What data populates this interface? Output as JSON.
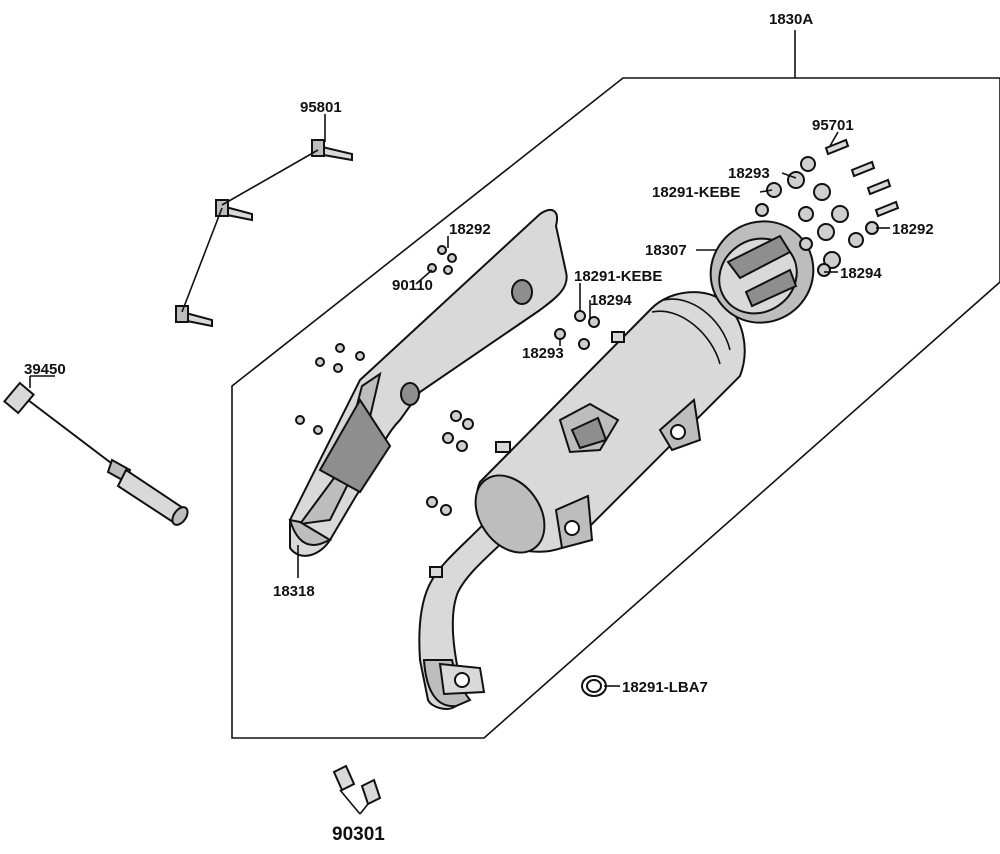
{
  "labels": {
    "assembly": "1830A",
    "bolt_top_left": "95801",
    "sensor": "39450",
    "bolt_screw": "90110",
    "washer_small_a": "18292",
    "heat_shield": "18318",
    "gasket_kebe_mid": "18291-KEBE",
    "washer_mid_a": "18294",
    "washer_mid_b": "18293",
    "bolt_end_cap": "95701",
    "washer_end_a": "18293",
    "gasket_kebe_end": "18291-KEBE",
    "end_cap": "18307",
    "washer_end_b": "18292",
    "washer_end_c": "18294",
    "exhaust_gasket": "18291-LBA7",
    "nut_bottom": "90301"
  },
  "colors": {
    "line": "#111111",
    "metal": "#bdbdbd",
    "metal_light": "#d9d9d9",
    "metal_dark": "#8e8e8e"
  }
}
